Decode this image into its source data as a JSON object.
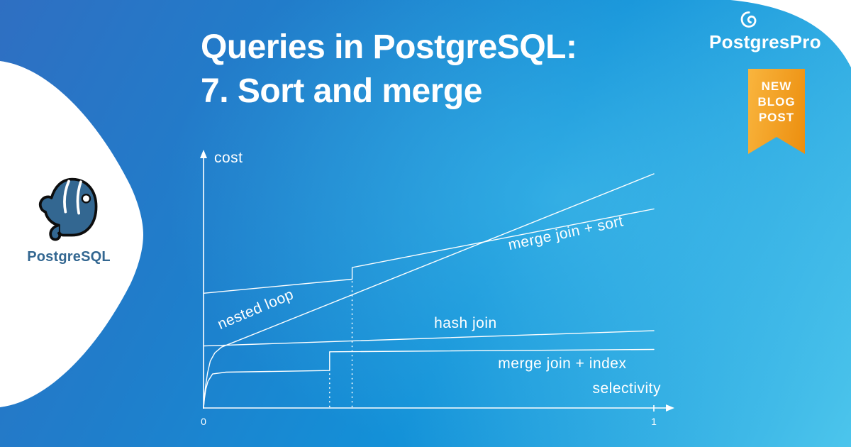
{
  "card": {
    "title_line1": "Queries in PostgreSQL:",
    "title_line2": "7. Sort and merge"
  },
  "left_badge": {
    "label": "PostgreSQL"
  },
  "top_right": {
    "logo_text": "PostgresPro",
    "ribbon": [
      "NEW",
      "BLOG",
      "POST"
    ]
  },
  "colors": {
    "bg_start": "#2f6fc2",
    "bg_mid": "#1391d8",
    "bg_end": "#4cc5ec",
    "postgres_blue": "#336791",
    "ribbon_from": "#f9b53e",
    "ribbon_to": "#ec8e0e",
    "line_color": "#ffffff"
  },
  "chart_data": {
    "type": "line",
    "xlabel": "selectivity",
    "ylabel": "cost",
    "xlim": [
      0,
      1
    ],
    "ylim": [
      0,
      100
    ],
    "grid": false,
    "legend_position": "inline-labels",
    "x_ticks": [
      {
        "value": 0,
        "label": "0"
      },
      {
        "value": 1,
        "label": "1"
      }
    ],
    "series": [
      {
        "name": "nested loop",
        "points": [
          [
            0,
            0
          ],
          [
            0.002,
            5
          ],
          [
            0.005,
            10
          ],
          [
            0.009,
            15
          ],
          [
            0.015,
            20
          ],
          [
            0.025,
            23.5
          ],
          [
            0.04,
            26
          ],
          [
            1,
            100
          ]
        ],
        "label": {
          "x": 0.037,
          "y": 33.5,
          "rot": -23
        }
      },
      {
        "name": "merge join + sort",
        "points": [
          [
            0,
            49
          ],
          [
            0.33,
            55
          ],
          [
            0.33,
            60
          ],
          [
            1,
            85
          ]
        ],
        "label": {
          "x": 0.679,
          "y": 67.5,
          "rot": -12
        }
      },
      {
        "name": "hash join",
        "points": [
          [
            0,
            26.5
          ],
          [
            1,
            33
          ]
        ],
        "label": {
          "x": 0.512,
          "y": 34.2,
          "rot": 0
        }
      },
      {
        "name": "merge join + index",
        "points": [
          [
            0,
            0
          ],
          [
            0.002,
            4
          ],
          [
            0.005,
            8
          ],
          [
            0.01,
            11.5
          ],
          [
            0.02,
            14.5
          ],
          [
            0.05,
            15.3
          ],
          [
            0.28,
            16
          ],
          [
            0.28,
            24
          ],
          [
            1,
            25
          ]
        ],
        "label": {
          "x": 0.654,
          "y": 17,
          "rot": 0
        }
      }
    ],
    "dashed_verticals": [
      {
        "x": 0.28,
        "y_top": 16
      },
      {
        "x": 0.33,
        "y_top": 55
      }
    ]
  }
}
